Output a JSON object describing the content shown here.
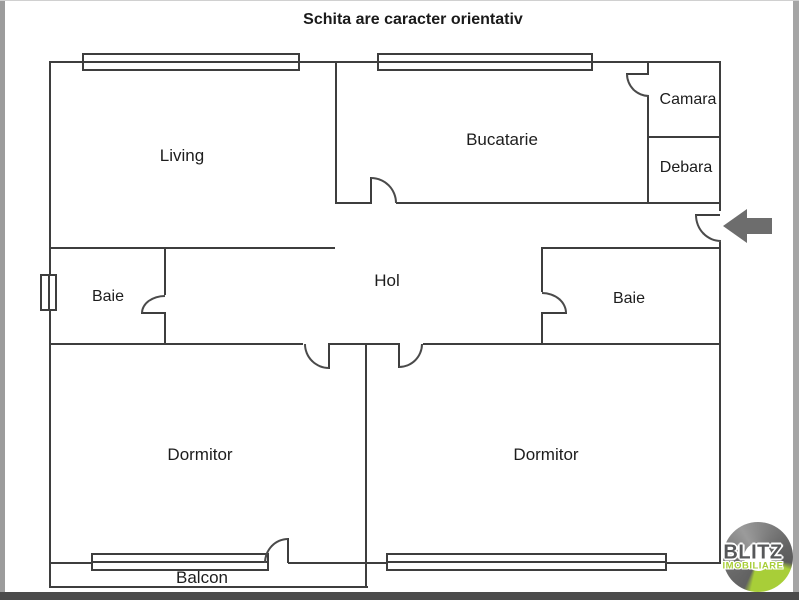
{
  "title": "Schita are caracter orientativ",
  "rooms": {
    "living": "Living",
    "bucatarie": "Bucatarie",
    "camara": "Camara",
    "debara": "Debara",
    "hol": "Hol",
    "baie_left": "Baie",
    "baie_right": "Baie",
    "dormitor_left": "Dormitor",
    "dormitor_right": "Dormitor",
    "balcon": "Balcon"
  },
  "logo": {
    "brand": "BLITZ",
    "sub": "IMOBILIARE",
    "green": "#a8ce38",
    "gray": "#57585a"
  },
  "colors": {
    "wall": "#3e3e3e",
    "text": "#1d1d1d",
    "entrance_arrow": "#6d6d6d",
    "edge_left": "#9c9c9c",
    "edge_right": "#a5a5a5",
    "edge_bottom": "#4b4b4b",
    "background": "#ffffff"
  }
}
